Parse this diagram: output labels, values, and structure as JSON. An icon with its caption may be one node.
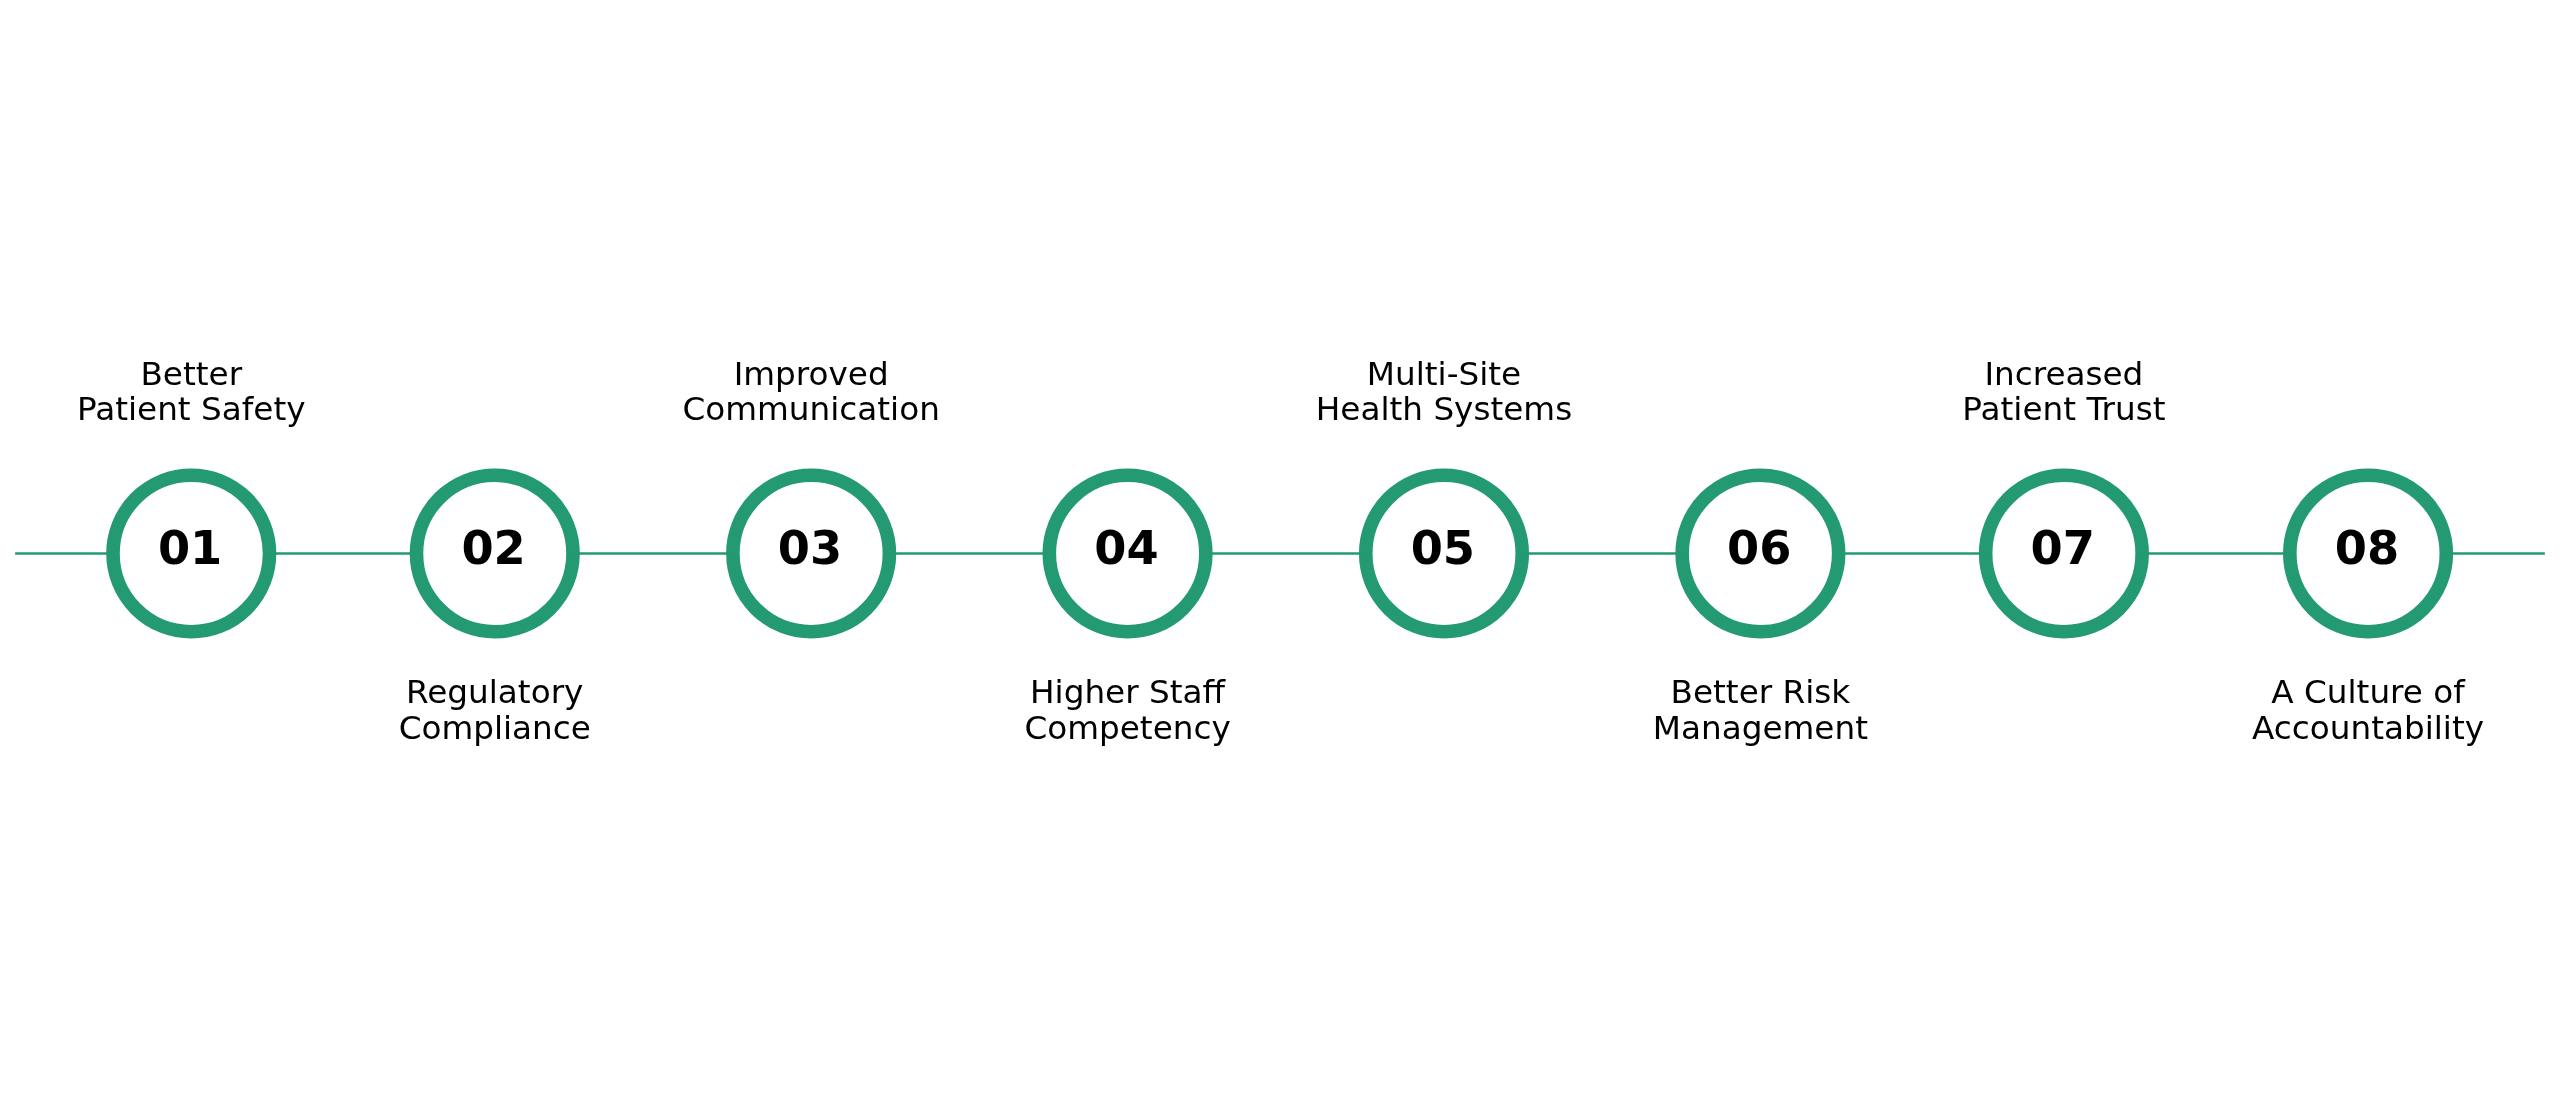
{
  "diagram": {
    "nodes": [
      {
        "text": [
          "01"
        ],
        "beside": [
          "Better Patient Safety"
        ]
      },
      {
        "text": [
          "02"
        ],
        "beside": [
          "Regulatory Compliance"
        ]
      },
      {
        "text": [
          "03"
        ],
        "beside": [
          "Improved Communication"
        ]
      },
      {
        "text": [
          "04"
        ],
        "beside": [
          "Higher Staff Competency"
        ]
      },
      {
        "text": [
          "05"
        ],
        "beside": [
          "Multi-Site Health Systems"
        ]
      },
      {
        "text": [
          "06"
        ],
        "beside": [
          "Better Risk Management"
        ]
      },
      {
        "text": [
          "07"
        ],
        "beside": [
          "Increased Patient Trust"
        ]
      },
      {
        "text": [
          "08"
        ],
        "beside": [
          "A Culture of Accountability"
        ]
      }
    ],
    "edges": [
      {
        "from": null,
        "to": 0,
        "arrow": "none"
      },
      {
        "from": 0,
        "to": 1,
        "arrow": "none"
      },
      {
        "from": 1,
        "to": 2,
        "arrow": "none"
      },
      {
        "from": 2,
        "to": 3,
        "arrow": "none"
      },
      {
        "from": 3,
        "to": 4,
        "arrow": "none"
      },
      {
        "from": 4,
        "to": 5,
        "arrow": "none"
      },
      {
        "from": 5,
        "to": 6,
        "arrow": "none"
      },
      {
        "from": 6,
        "to": 7,
        "arrow": "none"
      },
      {
        "from": 7,
        "to": null,
        "arrow": "none"
      }
    ]
  }
}
